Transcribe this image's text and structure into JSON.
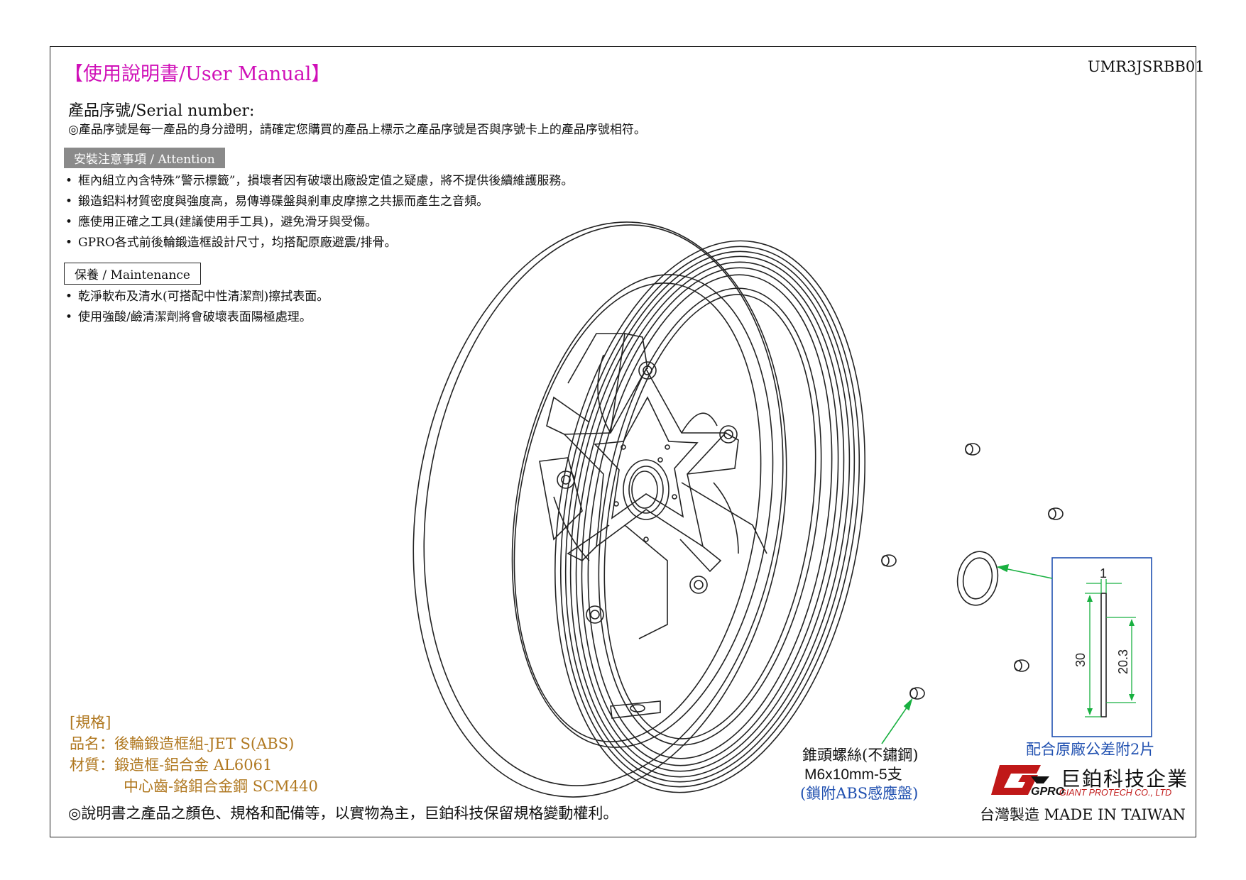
{
  "header": {
    "title": "【使用說明書/User Manual】",
    "doc_code": "UMR3JSRBB01"
  },
  "serial": {
    "label": "產品序號/Serial number:",
    "note": "◎產品序號是每一產品的身分證明，請確定您購買的產品上標示之產品序號是否與序號卡上的產品序號相符。"
  },
  "attention": {
    "heading": "安裝注意事項 / Attention",
    "items": [
      "框內組立內含特殊”警示標籤”，損壞者因有破壞出廠設定值之疑慮，將不提供後續維護服務。",
      "鍛造鋁料材質密度與強度高，易傳導碟盤與剎車皮摩擦之共振而產生之音頻。",
      "應使用正確之工具(建議使用手工具)，避免滑牙與受傷。",
      "GPRO各式前後輪鍛造框設計尺寸，均搭配原廠避震/排骨。"
    ]
  },
  "maintenance": {
    "heading": "保養 / Maintenance",
    "items": [
      "乾淨軟布及清水(可搭配中性清潔劑)擦拭表面。",
      "使用強酸/鹼清潔劑將會破壞表面陽極處理。"
    ]
  },
  "spec": {
    "heading": "[規格]",
    "product_name": "品名：後輪鍛造框組-JET S(ABS)",
    "material_1": "材質：鍛造框-鋁合金 AL6061",
    "material_2": "中心齒-鉻鉬合金鋼 SCM440"
  },
  "disclaimer": "◎說明書之產品之顏色、規格和配備等，以實物為主，巨鉑科技保留規格變動權利。",
  "bolt": {
    "line1": "錐頭螺絲(不鏽鋼)",
    "line2": "M6x10mm-5支",
    "line3": "(鎖附ABS感應盤)"
  },
  "spacer": {
    "dim_thickness": "1",
    "dim_outer": "30",
    "dim_inner": "20.3",
    "note": "配合原廠公差附2片"
  },
  "company": {
    "logo_text": "GPRO",
    "name_zh": "巨鉑科技企業",
    "name_en": "GIANT PROTECH CO., LTD",
    "made_in": "台灣製造 MADE IN TAIWAN"
  },
  "colors": {
    "title": "#d010b8",
    "spec": "#b07820",
    "accent_blue": "#2050b0",
    "leader_green": "#18b040",
    "brand_red": "#c01818"
  }
}
